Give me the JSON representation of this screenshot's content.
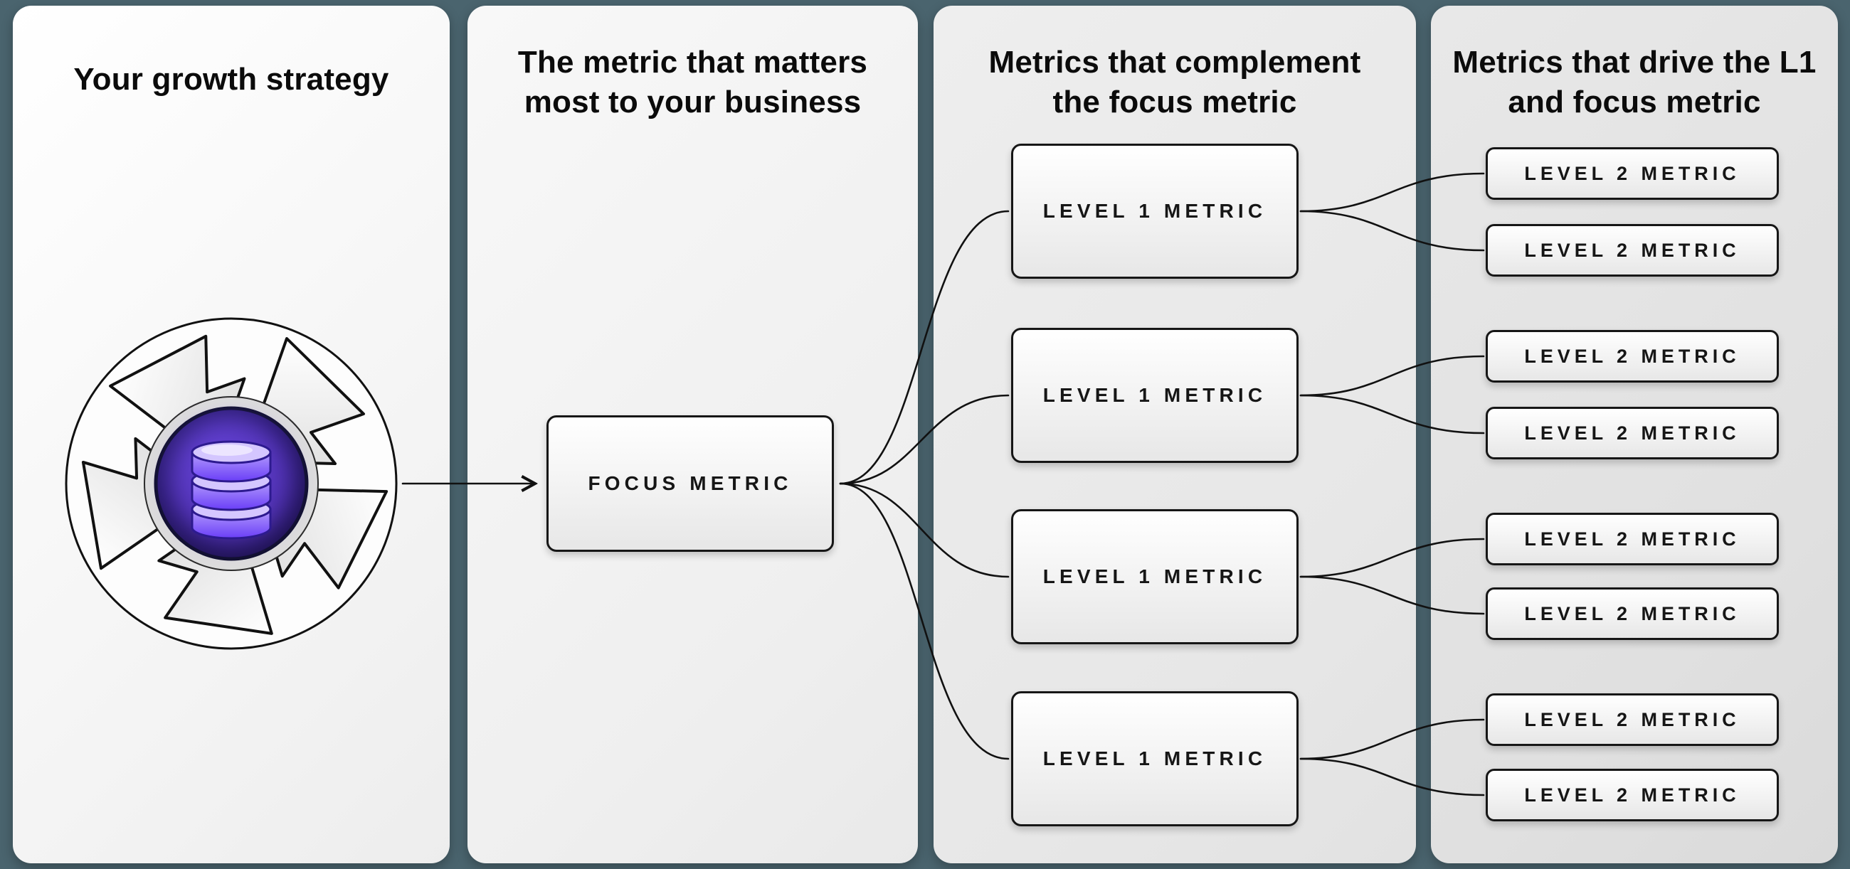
{
  "colors": {
    "background": "#4a646e",
    "panel_light": "#f5f5f5",
    "box_border": "#161616",
    "connector_line": "#111111",
    "accent_purple": "#6a3ef7",
    "flywheel_center": "#2c1b72"
  },
  "panels": [
    {
      "title": "Your growth strategy",
      "lines": [
        "Your growth strategy"
      ]
    },
    {
      "title": "The metric that matters most to your business",
      "lines": [
        "The metric that matters",
        "most to your business"
      ]
    },
    {
      "title": "Metrics that complement the focus metric",
      "lines": [
        "Metrics that complement",
        "the focus metric"
      ]
    },
    {
      "title": "Metrics that drive the L1 and focus metric",
      "lines": [
        "Metrics that drive the L1",
        "and focus metric"
      ]
    }
  ],
  "focus_metric": {
    "label": "FOCUS METRIC"
  },
  "level1_metrics": [
    {
      "label": "LEVEL 1 METRIC"
    },
    {
      "label": "LEVEL 1 METRIC"
    },
    {
      "label": "LEVEL 1 METRIC"
    },
    {
      "label": "LEVEL 1 METRIC"
    }
  ],
  "level2_metrics": [
    {
      "label": "LEVEL 2 METRIC"
    },
    {
      "label": "LEVEL 2 METRIC"
    },
    {
      "label": "LEVEL 2 METRIC"
    },
    {
      "label": "LEVEL 2 METRIC"
    },
    {
      "label": "LEVEL 2 METRIC"
    },
    {
      "label": "LEVEL 2 METRIC"
    },
    {
      "label": "LEVEL 2 METRIC"
    },
    {
      "label": "LEVEL 2 METRIC"
    }
  ],
  "icons": {
    "flywheel": "growth-flywheel-icon",
    "database": "database-icon",
    "arrow": "arrow-right-icon"
  }
}
